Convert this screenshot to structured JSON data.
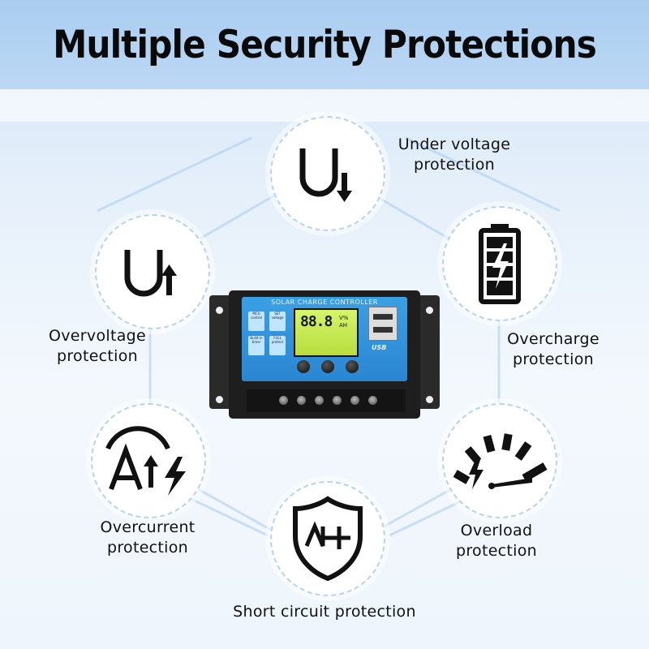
{
  "header": {
    "title": "Multiple Security Protections"
  },
  "labels": {
    "under_voltage": [
      "Under voltage",
      "protection"
    ],
    "overvoltage": [
      "Overvoltage",
      "protection"
    ],
    "overcharge": [
      "Overcharge",
      "protection"
    ],
    "overcurrent": [
      "Overcurrent",
      "protection"
    ],
    "overload": [
      "Overload",
      "protection"
    ],
    "short_circuit": "Short circuit protection"
  },
  "controller": {
    "title": "SOLAR CHARGE CONTROLLER",
    "lcd_value": "88.8",
    "lcd_units": "V% AH",
    "usb_label": "USB",
    "tiles": [
      "MCU control",
      "SET voltage",
      "Build-in timer",
      "FULL protect"
    ]
  },
  "icons": {
    "under_voltage": "u-down-arrow-icon",
    "overvoltage": "u-up-arrow-icon",
    "overcharge": "battery-bolt-icon",
    "overcurrent": "a-up-arrow-bolt-icon",
    "overload": "gauge-bolt-icon",
    "short_circuit": "shield-circuit-icon"
  },
  "colors": {
    "header_bg": "#b4d4f2",
    "panel_blue": "#2f92dc",
    "lcd_green": "#c6e94f",
    "circle_border": "#b7d3ee"
  }
}
